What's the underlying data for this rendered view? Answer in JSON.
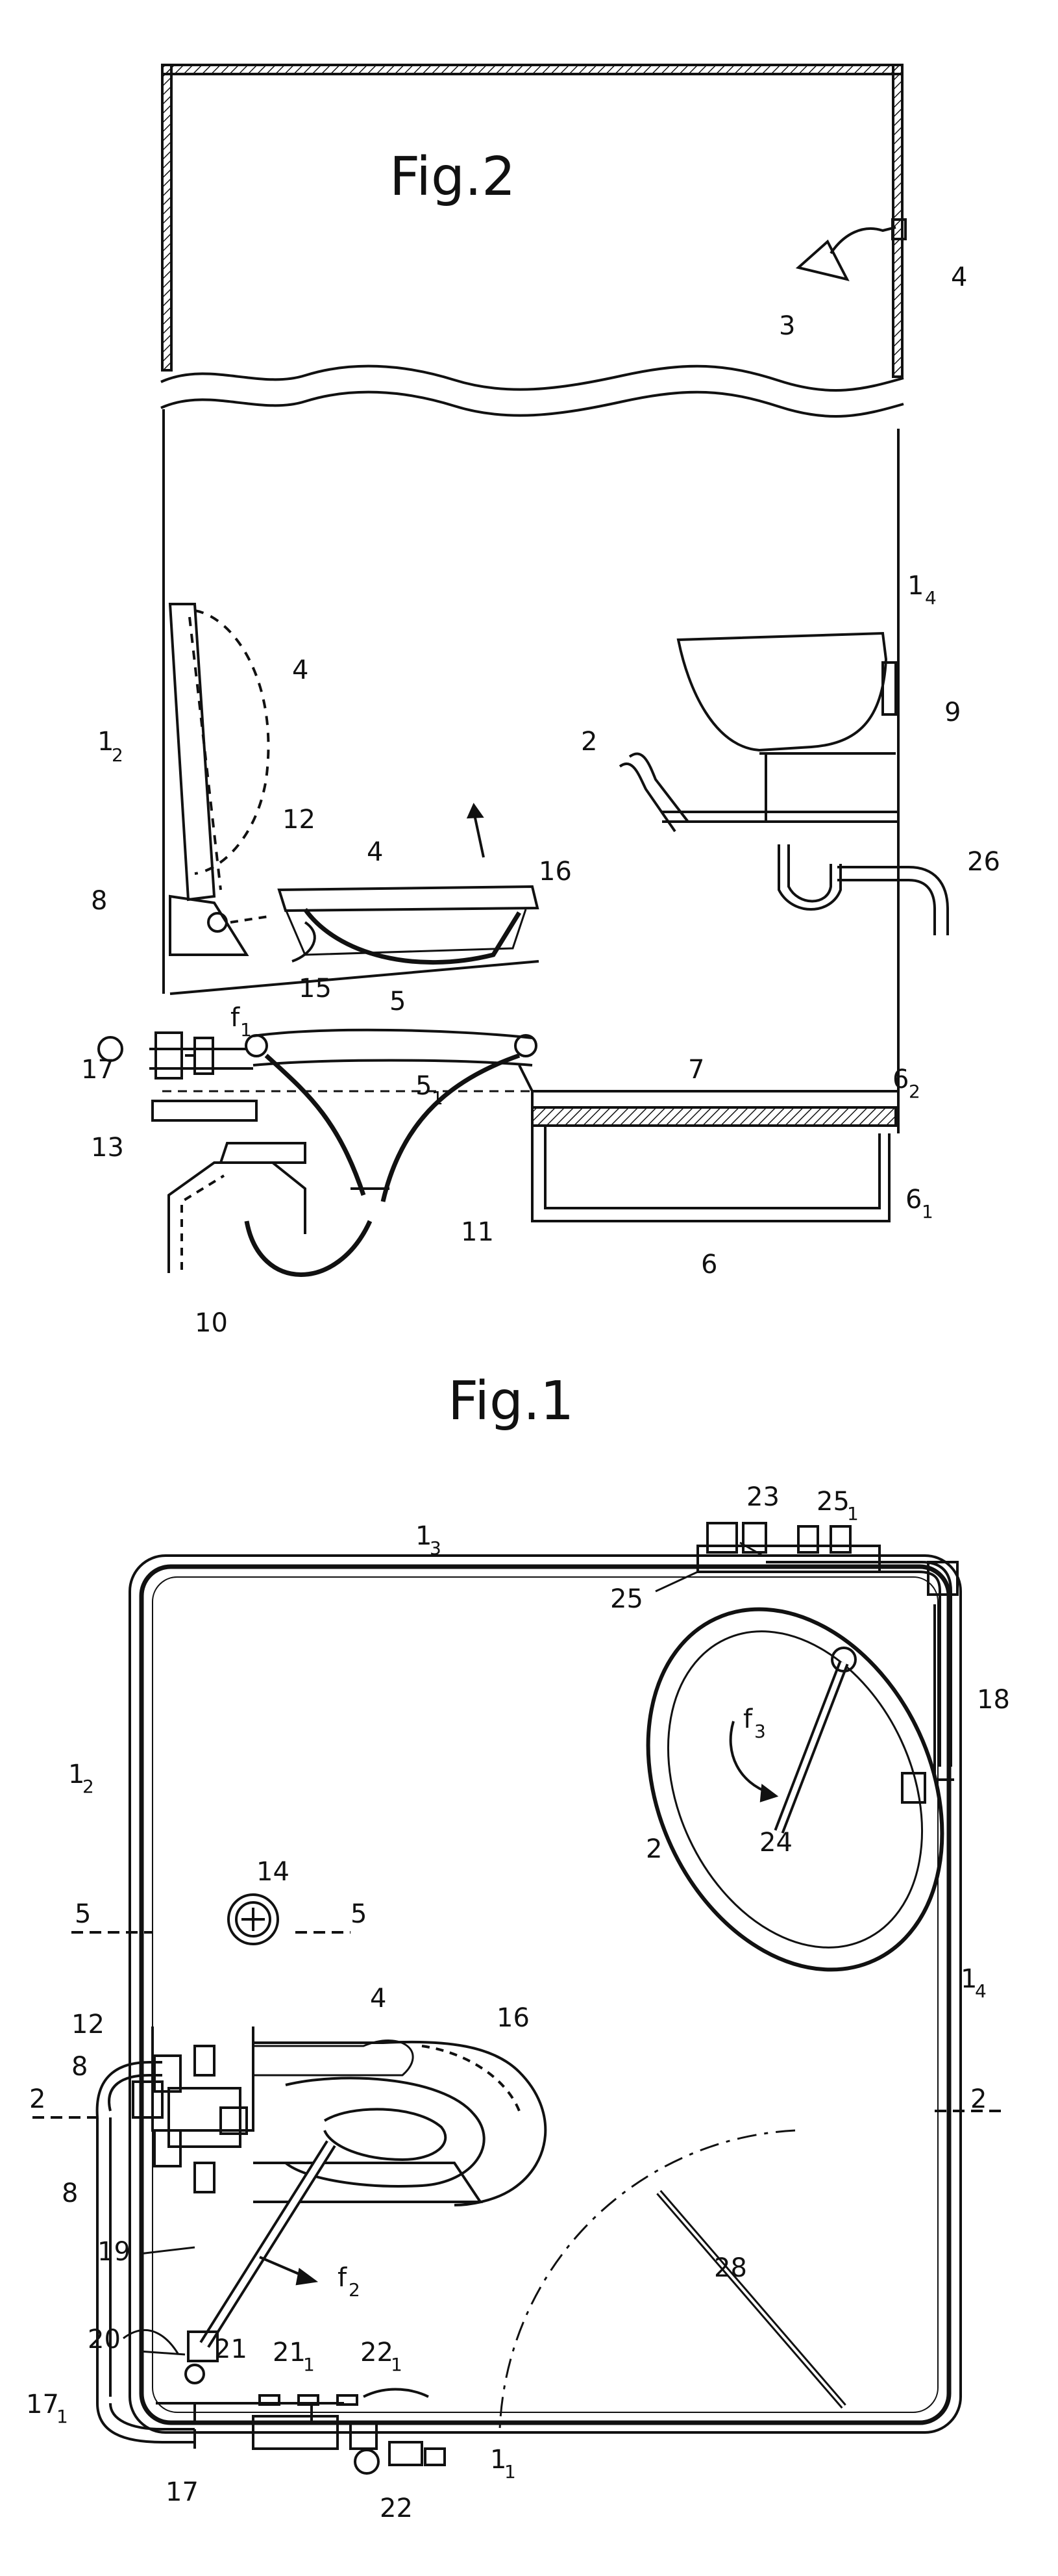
{
  "figures": {
    "fig2": {
      "title": "Fig.2"
    },
    "fig1": {
      "title": "Fig.1"
    }
  },
  "fig2_labels": {
    "l3": "3",
    "l4top": "4",
    "l14": "1",
    "l14s": "4",
    "l12": "1",
    "l12s": "2",
    "l4a": "4",
    "l9": "9",
    "l2": "2",
    "l12b": "12",
    "l16": "16",
    "l4b": "4",
    "l8": "8",
    "l26": "26",
    "l15": "15",
    "lf1": "f",
    "lf1s": "1",
    "l5": "5",
    "l62": "6",
    "l62s": "2",
    "l17": "17",
    "l51": "5",
    "l51s": "1",
    "l7": "7",
    "l13": "13",
    "l61": "6",
    "l61s": "1",
    "l11": "11",
    "l6": "6",
    "l10": "10"
  },
  "fig1_labels": {
    "l23": "23",
    "l251": "25",
    "l251s": "1",
    "l13": "1",
    "l13s": "3",
    "l18": "18",
    "l25": "25",
    "lf3": "f",
    "lf3s": "3",
    "l12": "1",
    "l12s": "2",
    "l24": "24",
    "l14": "14",
    "l2r": "2",
    "l5l": "5",
    "l5r": "5",
    "l14b": "1",
    "l14bs": "4",
    "l4": "4",
    "l16": "16",
    "l12b": "12",
    "l8a": "8",
    "l2l": "2",
    "l2rr": "2",
    "l8b": "8",
    "l28": "28",
    "lf2": "f",
    "lf2s": "2",
    "l19": "19",
    "l20": "20",
    "l21": "21",
    "l211": "21",
    "l211s": "1",
    "l221": "22",
    "l221s": "1",
    "l171": "17",
    "l171s": "1",
    "l11": "1",
    "l11s": "1",
    "l17": "17",
    "l22": "22"
  }
}
